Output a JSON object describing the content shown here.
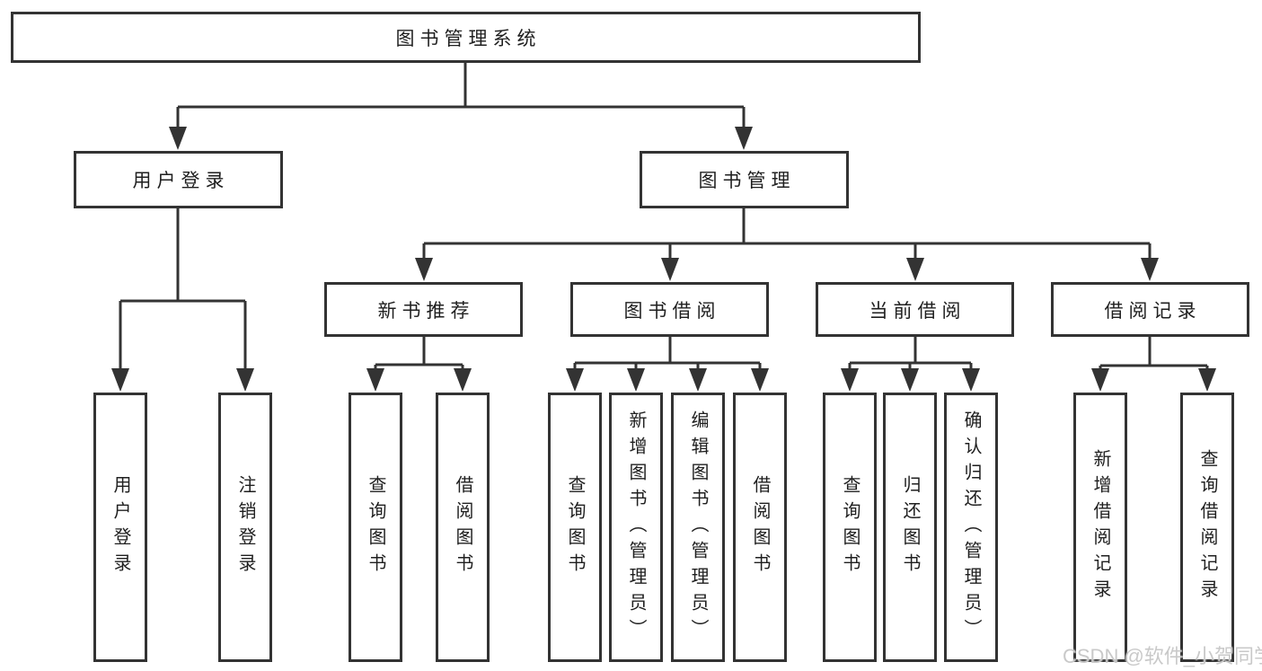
{
  "tree": {
    "root": "图书管理系统",
    "login": {
      "label": "用户登录",
      "children": [
        "用户登录",
        "注销登录"
      ]
    },
    "mgmt": {
      "label": "图书管理",
      "sections": [
        {
          "label": "新书推荐",
          "children": [
            "查询图书",
            "借阅图书"
          ]
        },
        {
          "label": "图书借阅",
          "children": [
            "查询图书",
            "新增图书（管理员）",
            "编辑图书（管理员）",
            "借阅图书"
          ]
        },
        {
          "label": "当前借阅",
          "children": [
            "查询图书",
            "归还图书",
            "确认归还（管理员）"
          ]
        },
        {
          "label": "借阅记录",
          "children": [
            "新增借阅记录",
            "查询借阅记录"
          ]
        }
      ]
    }
  },
  "watermark": "CSDN @软件_小贺同学",
  "colors": {
    "line": "#333333",
    "box_border": "#333333",
    "box_fill": "#ffffff",
    "text": "#1f1f1f",
    "watermark": "#c6c6c6",
    "background": "#ffffff"
  }
}
